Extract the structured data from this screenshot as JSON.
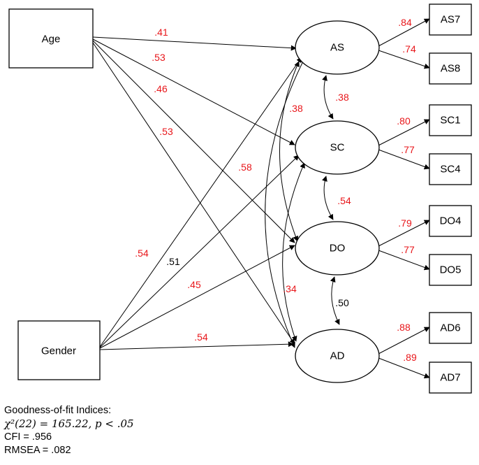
{
  "colors": {
    "coefficient_red": "#e8161a",
    "coefficient_black": "#000000"
  },
  "observed": {
    "age": "Age",
    "gender": "Gender",
    "indicators": [
      "AS7",
      "AS8",
      "SC1",
      "SC4",
      "DO4",
      "DO5",
      "AD6",
      "AD7"
    ]
  },
  "latent": [
    "AS",
    "SC",
    "DO",
    "AD"
  ],
  "paths": {
    "age_as": ".41",
    "age_sc": ".53",
    "age_do": ".46",
    "age_ad": ".53",
    "gender_as": ".54",
    "gender_sc": ".51",
    "gender_do": ".45",
    "gender_ad": ".54"
  },
  "correlations": {
    "as_sc": ".38",
    "sc_do": ".54",
    "do_ad": ".50",
    "as_do": ".38",
    "as_ad": ".58",
    "sc_ad": ".34"
  },
  "loadings": {
    "as_as7": ".84",
    "as_as8": ".74",
    "sc_sc1": ".80",
    "sc_sc4": ".77",
    "do_do4": ".79",
    "do_do5": ".77",
    "ad_ad6": ".88",
    "ad_ad7": ".89"
  },
  "fit": {
    "heading": "Goodness-of-fit Indices:",
    "chi_square": "χ²(22) = 165.22, p < .05",
    "cfi": "CFI = .956",
    "rmsea": "RMSEA = .082"
  }
}
